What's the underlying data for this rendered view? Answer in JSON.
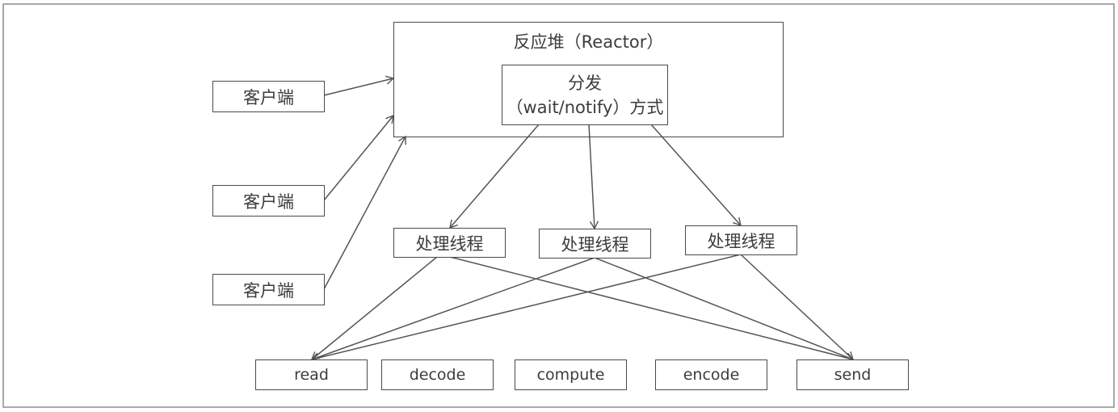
{
  "diagram": {
    "reactor": {
      "title": "反应堆（Reactor）"
    },
    "dispatcher": {
      "line1": "分发",
      "line2": "（wait/notify）方式"
    },
    "clients": [
      {
        "label": "客户端"
      },
      {
        "label": "客户端"
      },
      {
        "label": "客户端"
      }
    ],
    "threads": [
      {
        "label": "处理线程"
      },
      {
        "label": "处理线程"
      },
      {
        "label": "处理线程"
      }
    ],
    "stages": [
      {
        "label": "read"
      },
      {
        "label": "decode"
      },
      {
        "label": "compute"
      },
      {
        "label": "encode"
      },
      {
        "label": "send"
      }
    ],
    "edges": [
      {
        "from": "client-1",
        "to": "reactor"
      },
      {
        "from": "client-2",
        "to": "reactor"
      },
      {
        "from": "client-3",
        "to": "reactor"
      },
      {
        "from": "dispatcher",
        "to": "thread-1"
      },
      {
        "from": "dispatcher",
        "to": "thread-2"
      },
      {
        "from": "dispatcher",
        "to": "thread-3"
      },
      {
        "from": "thread-1",
        "to": "read"
      },
      {
        "from": "thread-1",
        "to": "send"
      },
      {
        "from": "thread-2",
        "to": "read"
      },
      {
        "from": "thread-2",
        "to": "send"
      },
      {
        "from": "thread-3",
        "to": "read"
      },
      {
        "from": "thread-3",
        "to": "send"
      }
    ],
    "colors": {
      "line": "#555555",
      "frame": "#a8a8a8"
    }
  }
}
